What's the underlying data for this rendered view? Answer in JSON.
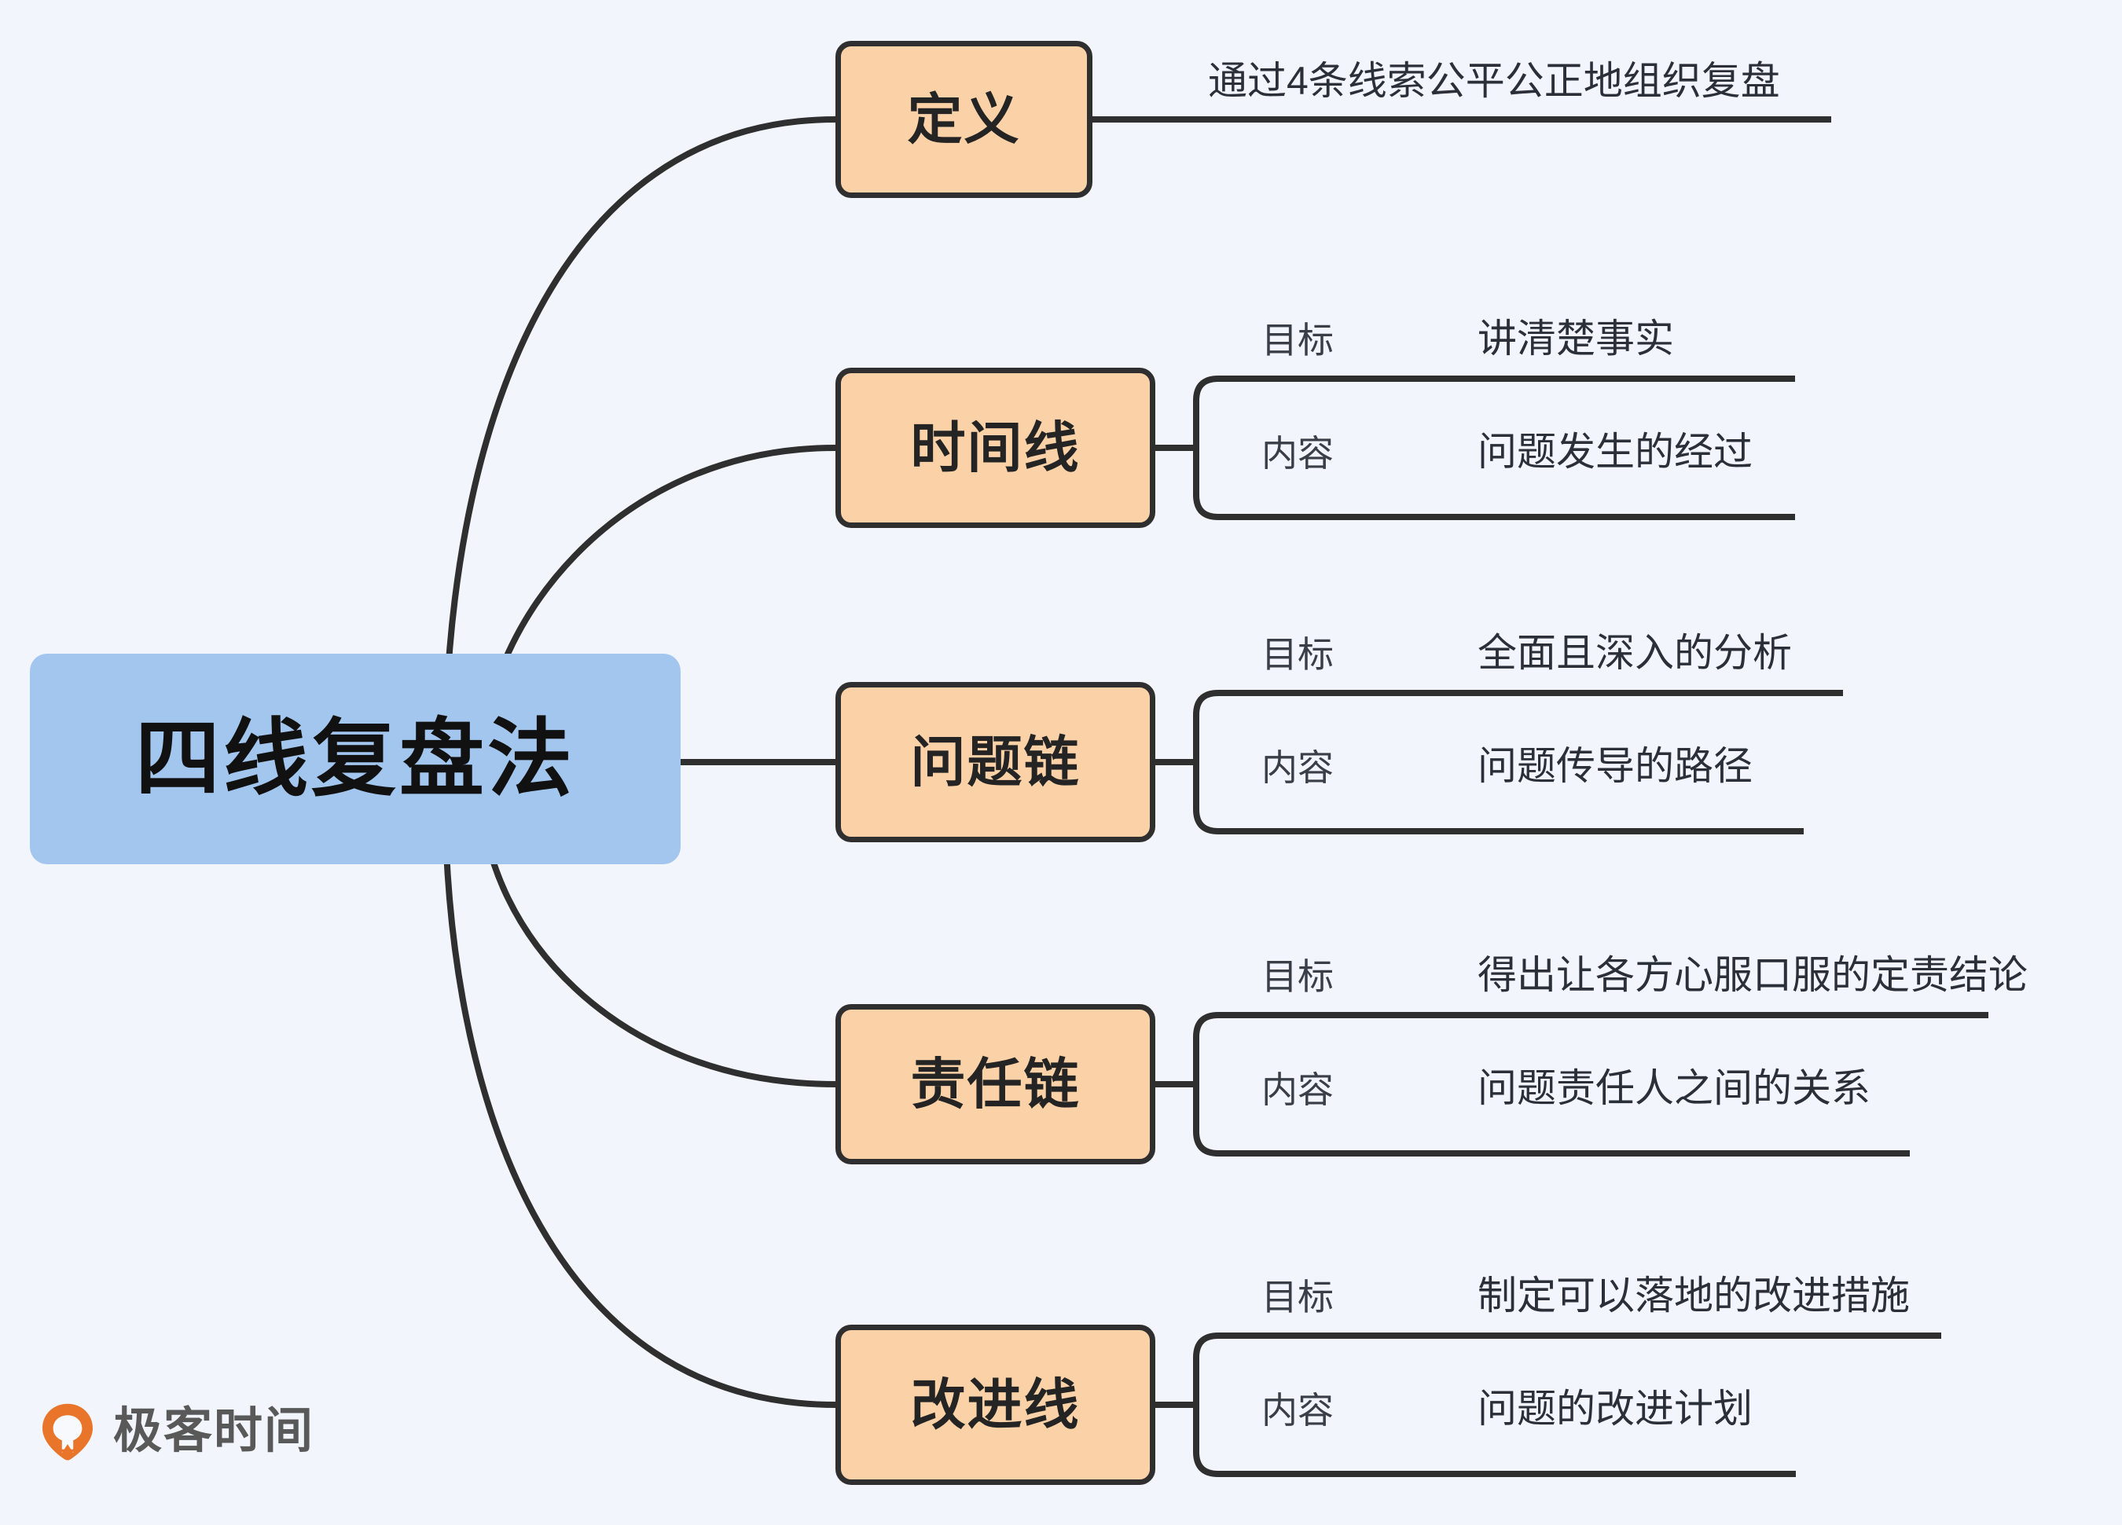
{
  "diagram": {
    "title": "四线复盘法",
    "background_color": "#f2f6fc",
    "root_fill": "#a3c6ee",
    "node_fill": "#fbd2a7",
    "node_stroke": "#2f2f2f",
    "branches": [
      {
        "label": "定义",
        "note": "通过4条线索公平公正地组织复盘",
        "items": []
      },
      {
        "label": "时间线",
        "items": [
          {
            "key": "目标",
            "value": "讲清楚事实"
          },
          {
            "key": "内容",
            "value": "问题发生的经过"
          }
        ]
      },
      {
        "label": "问题链",
        "items": [
          {
            "key": "目标",
            "value": "全面且深入的分析"
          },
          {
            "key": "内容",
            "value": "问题传导的路径"
          }
        ]
      },
      {
        "label": "责任链",
        "items": [
          {
            "key": "目标",
            "value": "得出让各方心服口服的定责结论"
          },
          {
            "key": "内容",
            "value": "问题责任人之间的关系"
          }
        ]
      },
      {
        "label": "改进线",
        "items": [
          {
            "key": "目标",
            "value": "制定可以落地的改进措施"
          },
          {
            "key": "内容",
            "value": "问题的改进计划"
          }
        ]
      }
    ]
  },
  "watermark": {
    "brand": "极客时间",
    "mark_color": "#e8752a"
  }
}
